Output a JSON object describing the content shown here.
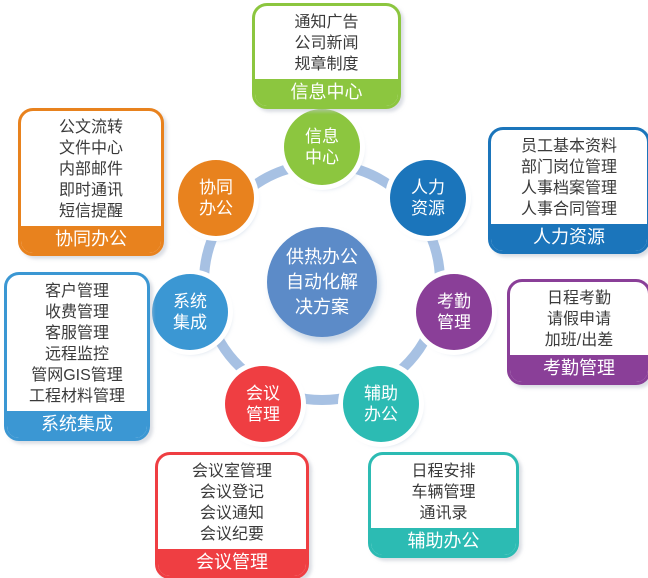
{
  "title": "供热办公自动化解决方案",
  "palette": {
    "info_center": "#8CC63F",
    "hr": "#1B75BB",
    "attendance": "#8A3F98",
    "aux_office": "#2CBBB3",
    "meeting": "#EF3E42",
    "system": "#3B97D3",
    "collab": "#E8821E",
    "center_circle": "#5C8BC8",
    "connector_ring": "#A7C1E3"
  },
  "center": {
    "lines": [
      "供热办公",
      "自动化解",
      "决方案"
    ]
  },
  "nodes": [
    {
      "id": "info-center",
      "lines": [
        "信息",
        "中心"
      ]
    },
    {
      "id": "hr",
      "lines": [
        "人力",
        "资源"
      ]
    },
    {
      "id": "attendance",
      "lines": [
        "考勤",
        "管理"
      ]
    },
    {
      "id": "aux-office",
      "lines": [
        "辅助",
        "办公"
      ]
    },
    {
      "id": "meeting",
      "lines": [
        "会议",
        "管理"
      ]
    },
    {
      "id": "system",
      "lines": [
        "系统",
        "集成"
      ]
    },
    {
      "id": "collab",
      "lines": [
        "协同",
        "办公"
      ]
    }
  ],
  "boxes": [
    {
      "id": "info-center",
      "label": "信息中心",
      "items": [
        "通知广告",
        "公司新闻",
        "规章制度"
      ]
    },
    {
      "id": "collab",
      "label": "协同办公",
      "items": [
        "公文流转",
        "文件中心",
        "内部邮件",
        "即时通讯",
        "短信提醒"
      ]
    },
    {
      "id": "system",
      "label": "系统集成",
      "items": [
        "客户管理",
        "收费管理",
        "客服管理",
        "远程监控",
        "管网GIS管理",
        "工程材料管理"
      ]
    },
    {
      "id": "hr",
      "label": "人力资源",
      "items": [
        "员工基本资料",
        "部门岗位管理",
        "人事档案管理",
        "人事合同管理"
      ]
    },
    {
      "id": "attendance",
      "label": "考勤管理",
      "items": [
        "日程考勤",
        "请假申请",
        "加班/出差"
      ]
    },
    {
      "id": "aux-office",
      "label": "辅助办公",
      "items": [
        "日程安排",
        "车辆管理",
        "通讯录"
      ]
    },
    {
      "id": "meeting",
      "label": "会议管理",
      "items": [
        "会议室管理",
        "会议登记",
        "会议通知",
        "会议纪要"
      ]
    }
  ]
}
